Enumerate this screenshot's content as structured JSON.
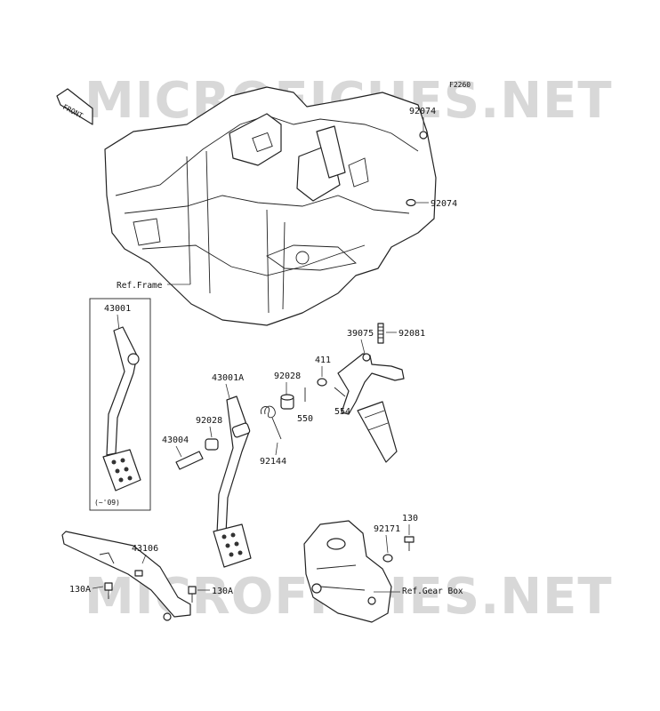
{
  "diagram": {
    "figure_code": "F2260",
    "front_arrow_text": "FRONT",
    "watermark": "MICROFICHES.NET",
    "colors": {
      "line": "#222222",
      "watermark": "#d8d8d8",
      "background": "#ffffff"
    },
    "references": {
      "frame": "Ref.Frame",
      "gear_box": "Ref.Gear Box"
    },
    "inset_note": "(~'09)",
    "part_labels": {
      "p92074_top": "92074",
      "p92074_side": "92074",
      "p43001": "43001",
      "p43001A": "43001A",
      "p92028_a": "92028",
      "p92028_b": "92028",
      "p550": "550",
      "p411": "411",
      "p39075": "39075",
      "p92081": "92081",
      "p554": "554",
      "p43004": "43004",
      "p92144": "92144",
      "p43106": "43106",
      "p130A_left": "130A",
      "p130A_right": "130A",
      "p92171": "92171",
      "p130": "130"
    }
  }
}
